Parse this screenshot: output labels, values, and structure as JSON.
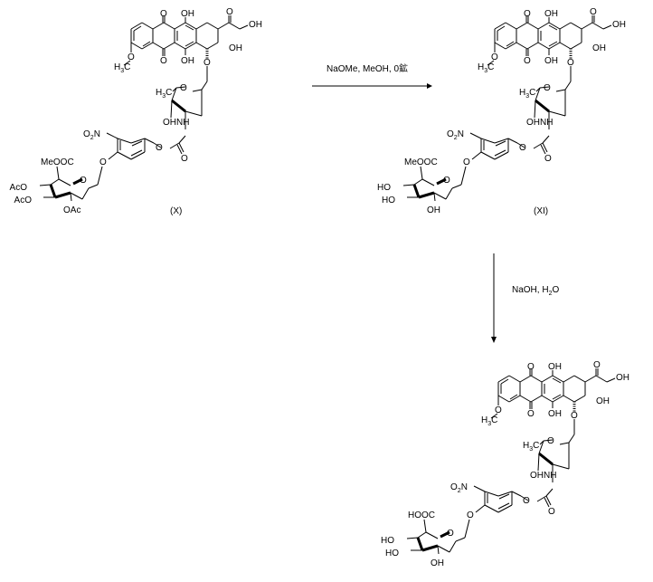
{
  "scheme": {
    "step1": {
      "conditions": "NaOMe, MeOH, 0鉱"
    },
    "step2": {
      "conditions_prefix": "NaOH, H",
      "conditions_sub": "2",
      "conditions_suffix": "O"
    }
  },
  "compounds": [
    {
      "id": "X",
      "label": "(X)",
      "sugar_acid": "MeOOC",
      "sugar_sub1": "AcO",
      "sugar_sub2": "AcO",
      "sugar_sub3": "OAc"
    },
    {
      "id": "XI",
      "label": "(XI)",
      "sugar_acid": "MeOOC",
      "sugar_sub1": "HO",
      "sugar_sub2": "HO",
      "sugar_sub3": "OH"
    },
    {
      "id": "product",
      "label": "",
      "sugar_acid": "HOOC",
      "sugar_sub1": "HO",
      "sugar_sub2": "HO",
      "sugar_sub3": "OH"
    }
  ],
  "common_atoms": {
    "quinone_o": "O",
    "phenol_oh": "OH",
    "ketone_o": "O",
    "primary_oh": "OH",
    "tert_oh": "OH",
    "methoxy_o": "O",
    "methyl_h": "H",
    "methyl_sub": "3",
    "methyl_c": "C",
    "glycoside_o": "O",
    "ring_o": "O",
    "sugar_oh": "OH",
    "nh": "NH",
    "carbamate_o": "O",
    "carbonyl_o": "O",
    "nitro_o": "O",
    "nitro_sub": "2",
    "nitro_n": "N",
    "aryl_o": "O"
  }
}
